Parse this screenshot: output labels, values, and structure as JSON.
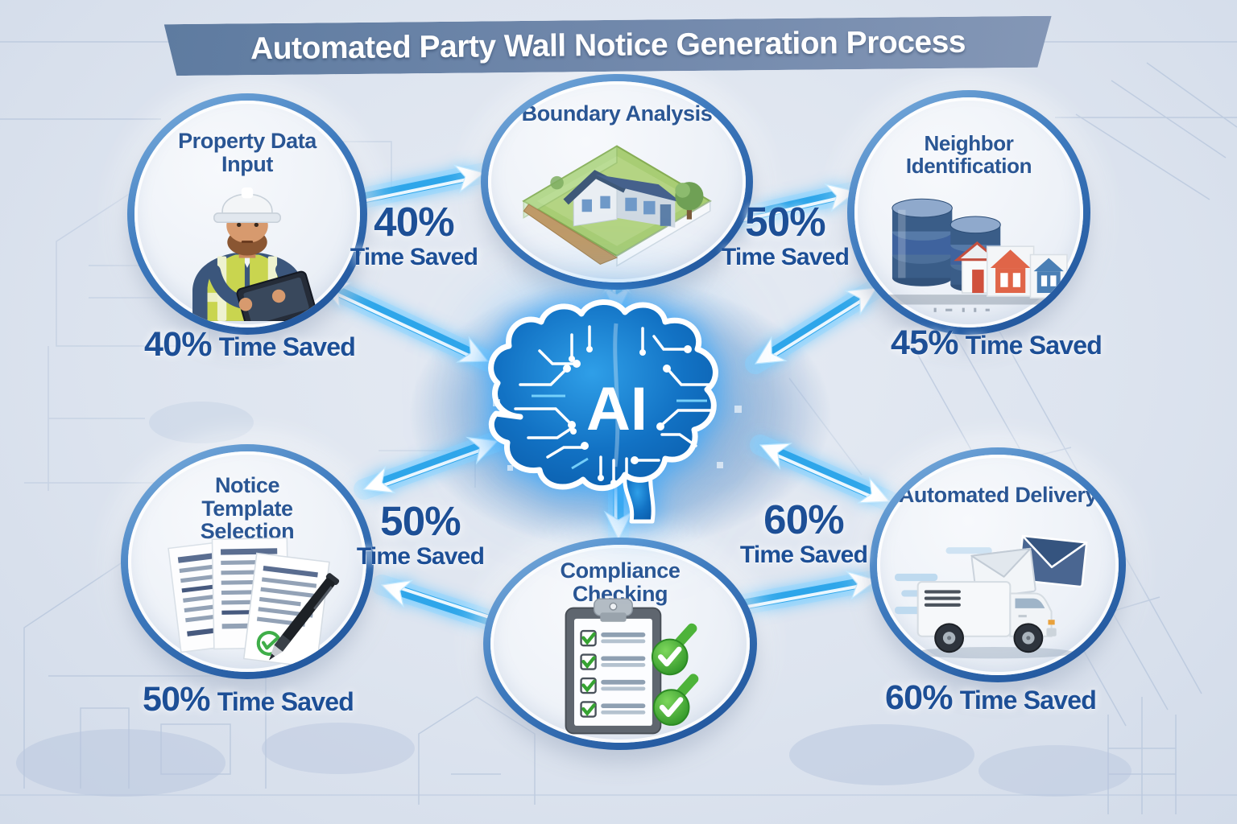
{
  "title": "Automated Party Wall Notice Generation Process",
  "center": {
    "label": "AI"
  },
  "nodes": {
    "property": {
      "label": "Property Data Input",
      "saved_percent": "40%",
      "saved_text": "Time Saved"
    },
    "boundary": {
      "label": "Boundary Analysis"
    },
    "neighbor": {
      "label": "Neighbor Identification",
      "saved_percent": "45%",
      "saved_text": "Time Saved"
    },
    "notice": {
      "label": "Notice Template Selection",
      "saved_percent": "50%",
      "saved_text": "Time Saved"
    },
    "compliance": {
      "label": "Compliance Checking"
    },
    "delivery": {
      "label": "Automated Delivery",
      "saved_percent": "60%",
      "saved_text": "Time Saved"
    }
  },
  "flow_labels": {
    "property_to_boundary": {
      "percent": "40%",
      "text": "Time Saved"
    },
    "boundary_to_neighbor": {
      "percent": "50%",
      "text": "Time Saved"
    },
    "ai_to_notice_template": {
      "percent": "50%",
      "text": "Time Saved"
    },
    "ai_to_automated_delivery": {
      "percent": "60%",
      "text": "Time Saved"
    }
  },
  "colors": {
    "label_blue": "#1d4f96",
    "ring_blue": "#2a62ae",
    "arrow_blue": "#2ea6ea",
    "banner_blue": "#7289ac",
    "brain_blue": "#1272c4",
    "check_green": "#3fae49",
    "vest_yellow": "#c9d54f",
    "house_red": "#e06548"
  }
}
